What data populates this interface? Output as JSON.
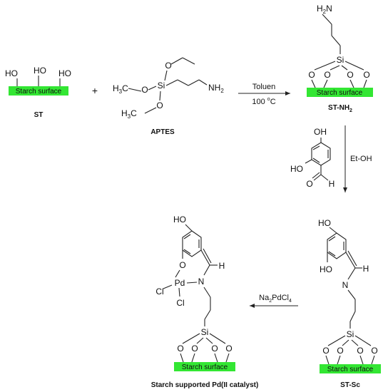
{
  "colors": {
    "surface_fill": "#33e633",
    "ink": "#111111"
  },
  "surface_label": "Starch surface",
  "atoms": {
    "OH": "HO",
    "OH_right": "OH",
    "O": "O",
    "Si": "Si",
    "N": "N",
    "H": "H",
    "Pd": "Pd",
    "Cl": "Cl",
    "H2N": "H",
    "H2N_sub": "2",
    "H2N_N": "N",
    "NH2_N": "NH",
    "NH2_sub": "2",
    "H3C": "H",
    "H3C_sub": "3",
    "H3C_C": "C",
    "plus": "+"
  },
  "labels": {
    "st": "ST",
    "aptes": "APTES",
    "st_nh2": "ST-NH",
    "st_nh2_sub": "2",
    "st_sc": "ST-Sc",
    "catalyst": "Starch supported Pd(II catalyst)"
  },
  "conditions": {
    "step1_top": "Toluen",
    "step1_bottom_pre": "100 ",
    "step1_bottom_sup": "o",
    "step1_bottom_post": "C",
    "step2": "Et-OH",
    "step3_pre": "Na",
    "step3_sub1": "2",
    "step3_mid": "PdCl",
    "step3_sub2": "4"
  }
}
